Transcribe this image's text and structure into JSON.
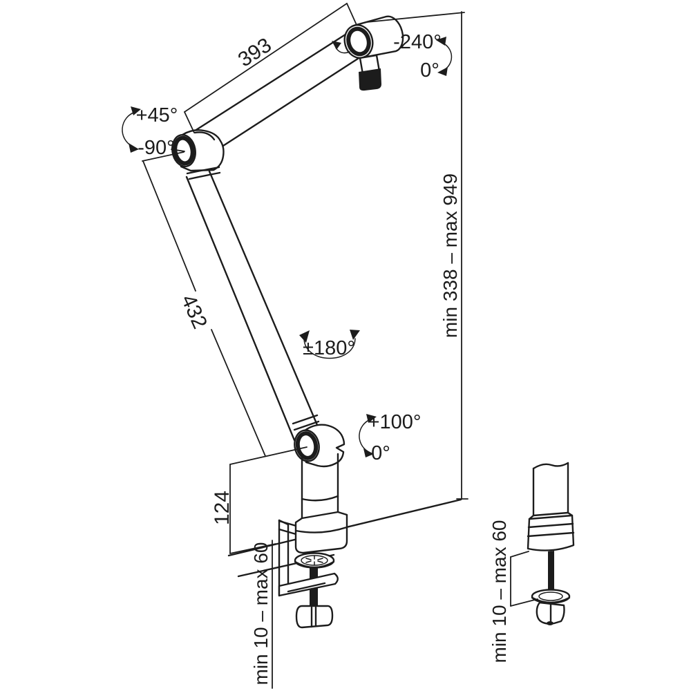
{
  "diagram": {
    "type": "technical-drawing",
    "subject": "microphone boom arm with desk clamp - dimensional drawing",
    "colors": {
      "line": "#1c1c1c",
      "dark_fill": "#1c1c1c",
      "background": "#ffffff"
    },
    "dimensions": {
      "upper_arm": "393",
      "lower_arm": "432",
      "base_height": "124",
      "clamp_range": "min 10 – max 60",
      "height_range": "min 338 – max 949",
      "detail_clamp_range": "min 10 – max 60"
    },
    "angles": {
      "elbow_up": "+45°",
      "elbow_down": "-90°",
      "mic_holder_max": "-240°",
      "mic_holder_zero": "0°",
      "swivel": "±180°",
      "base_joint_max": "+100°",
      "base_joint_zero": "0°"
    }
  }
}
